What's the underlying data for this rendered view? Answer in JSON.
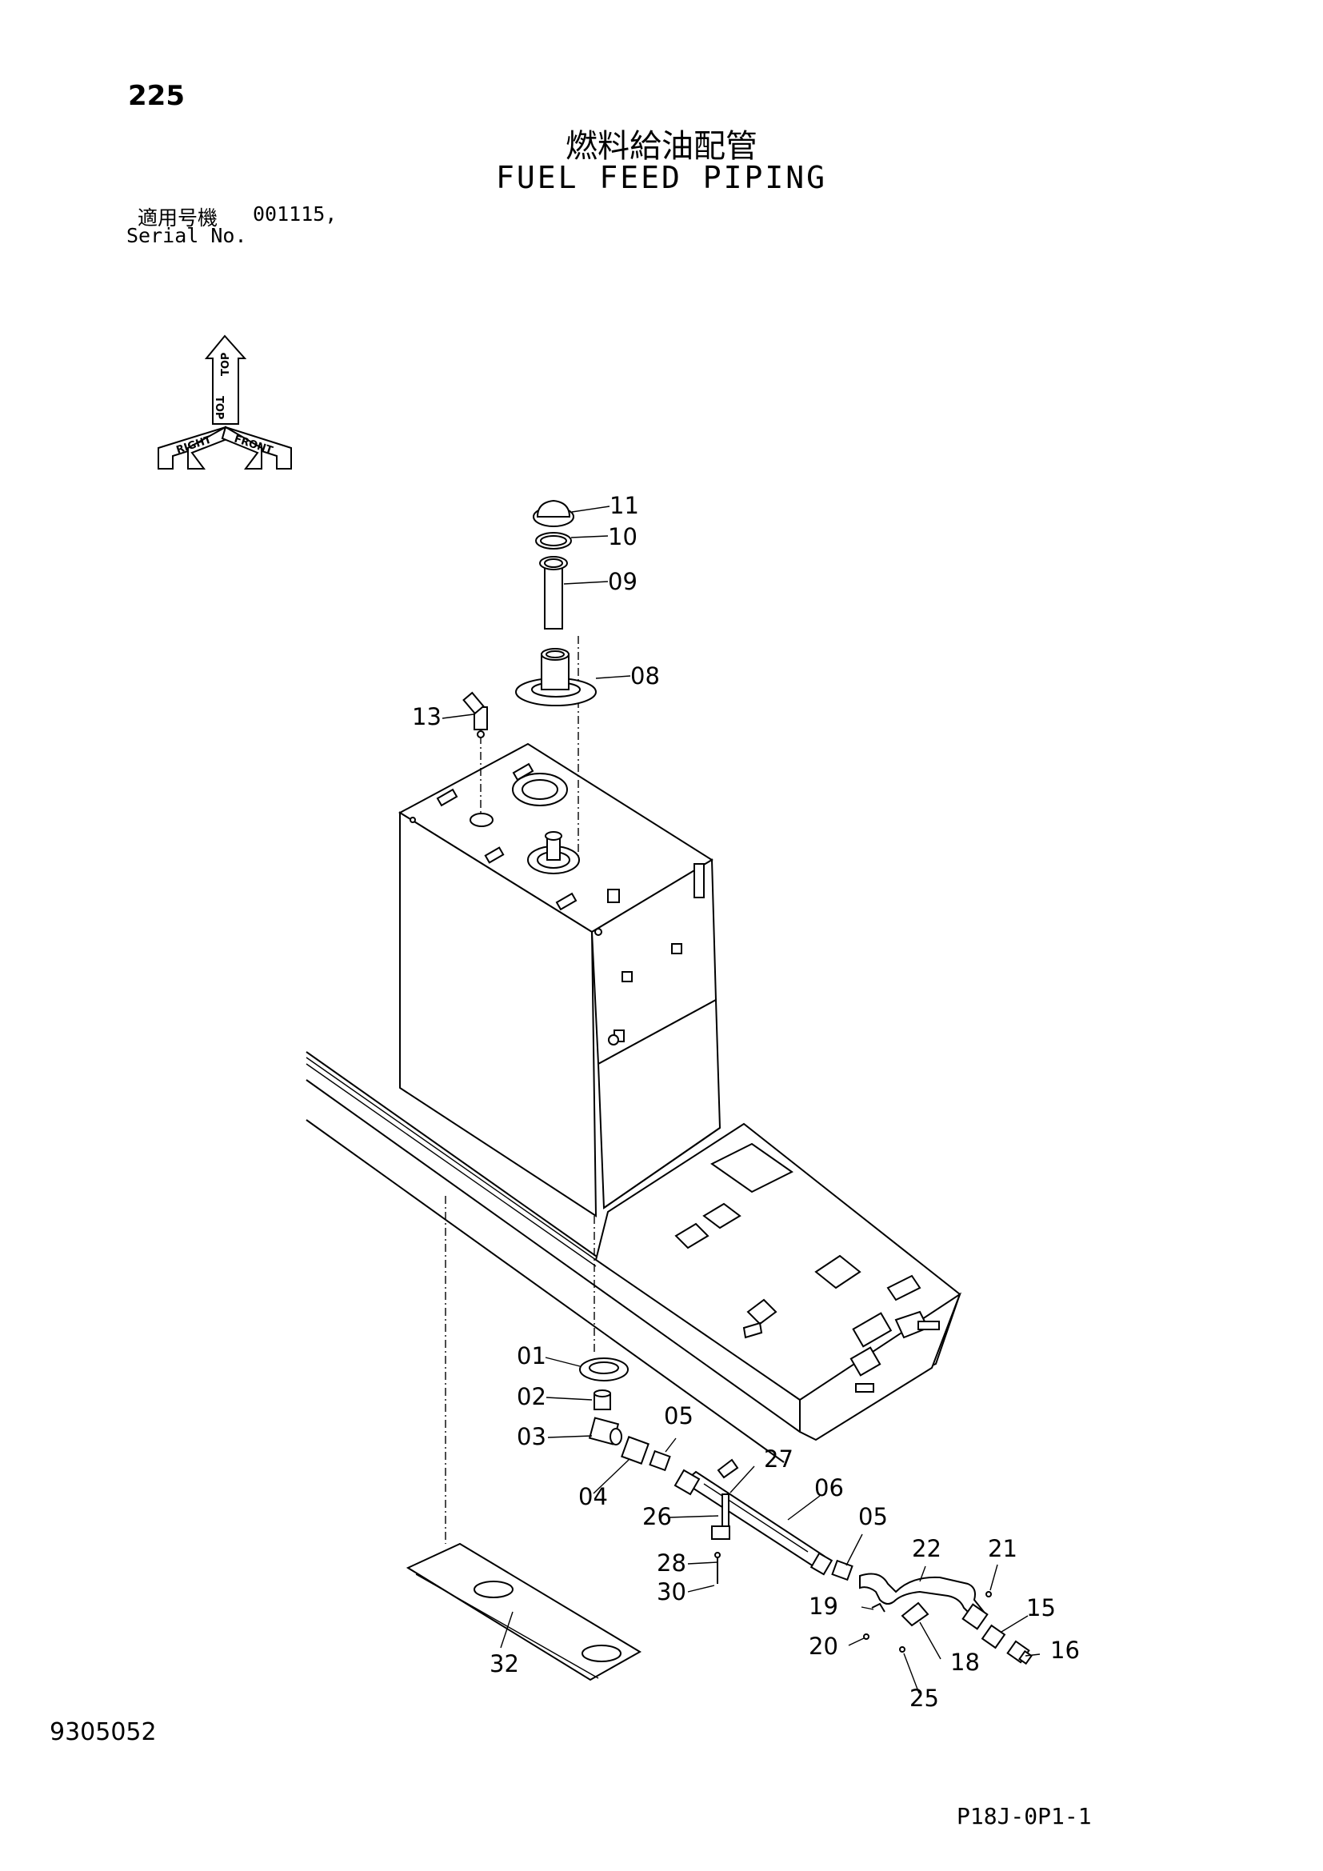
{
  "page": {
    "page_number": "225",
    "title_jp": "燃料給油配管",
    "title_en": "FUEL FEED PIPING",
    "serial_label_jp": "適用号機",
    "serial_value": "001115,",
    "serial_label_en": "Serial No.",
    "document_number": "9305052",
    "plate_code": "P18J-0P1-1"
  },
  "orientation": {
    "top": "TOP",
    "right": "RIGHT",
    "front": "FRONT"
  },
  "parts": {
    "p01": "01",
    "p02": "02",
    "p03": "03",
    "p04": "04",
    "p05a": "05",
    "p05b": "05",
    "p06": "06",
    "p08": "08",
    "p09": "09",
    "p10": "10",
    "p11": "11",
    "p13": "13",
    "p15": "15",
    "p16": "16",
    "p18": "18",
    "p19": "19",
    "p20": "20",
    "p21": "21",
    "p22": "22",
    "p25": "25",
    "p26": "26",
    "p27": "27",
    "p28": "28",
    "p30": "30",
    "p32": "32"
  }
}
